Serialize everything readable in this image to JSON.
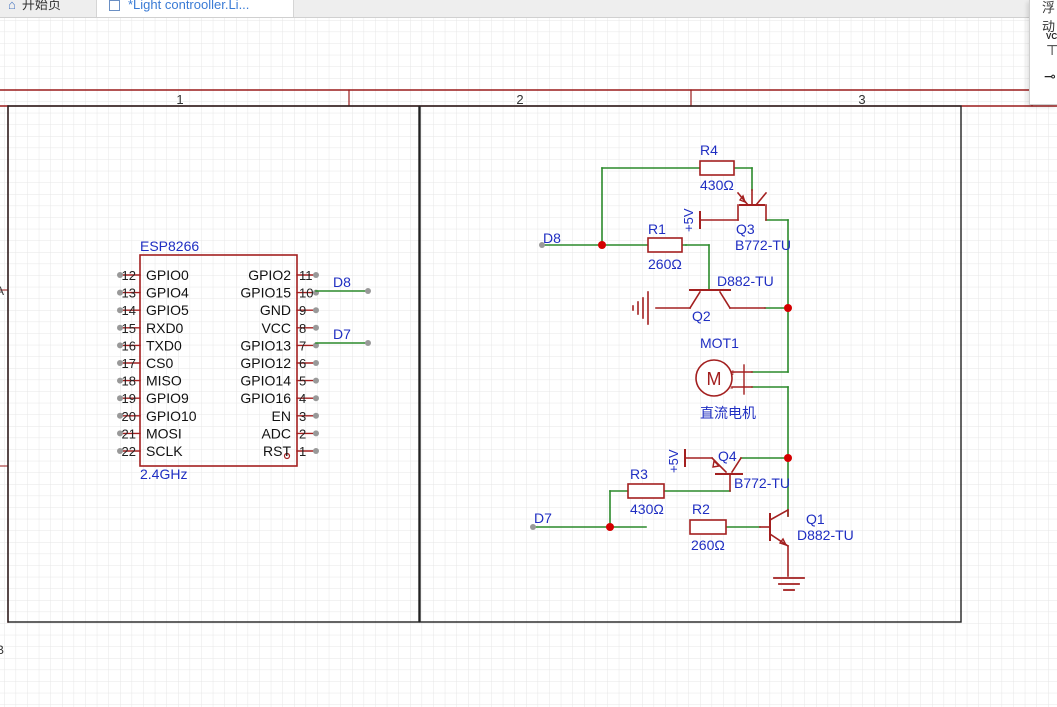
{
  "tabs": [
    {
      "label": "开始页",
      "icon": "home-icon"
    },
    {
      "label": "*Light controoller.Li...",
      "icon": "document-icon"
    }
  ],
  "side_panel": {
    "title": "浮动",
    "vcc_label": "VCC"
  },
  "frame": {
    "columns": [
      "1",
      "2",
      "3"
    ],
    "rows": [
      "A",
      "B"
    ]
  },
  "schematic": {
    "esp": {
      "name": "ESP8266",
      "value": "2.4GHz",
      "left_pins": [
        {
          "num": "12",
          "name": "GPIO0"
        },
        {
          "num": "13",
          "name": "GPIO4"
        },
        {
          "num": "14",
          "name": "GPIO5"
        },
        {
          "num": "15",
          "name": "RXD0"
        },
        {
          "num": "16",
          "name": "TXD0"
        },
        {
          "num": "17",
          "name": "CS0"
        },
        {
          "num": "18",
          "name": "MISO"
        },
        {
          "num": "19",
          "name": "GPIO9"
        },
        {
          "num": "20",
          "name": "GPIO10"
        },
        {
          "num": "21",
          "name": "MOSI"
        },
        {
          "num": "22",
          "name": "SCLK"
        }
      ],
      "right_pins": [
        {
          "num": "11",
          "name": "GPIO2"
        },
        {
          "num": "10",
          "name": "GPIO15"
        },
        {
          "num": "9",
          "name": "GND"
        },
        {
          "num": "8",
          "name": "VCC"
        },
        {
          "num": "7",
          "name": "GPIO13"
        },
        {
          "num": "6",
          "name": "GPIO12"
        },
        {
          "num": "5",
          "name": "GPIO14"
        },
        {
          "num": "4",
          "name": "GPIO16"
        },
        {
          "num": "3",
          "name": "EN"
        },
        {
          "num": "2",
          "name": "ADC"
        },
        {
          "num": "1",
          "name": "RST"
        }
      ]
    },
    "net_labels": {
      "d8": "D8",
      "d7": "D7"
    },
    "r4": {
      "ref": "R4",
      "value": "430Ω"
    },
    "r1": {
      "ref": "R1",
      "value": "260Ω"
    },
    "r3": {
      "ref": "R3",
      "value": "430Ω"
    },
    "r2": {
      "ref": "R2",
      "value": "260Ω"
    },
    "q3": {
      "ref": "Q3",
      "value": "B772-TU"
    },
    "q2": {
      "ref": "Q2",
      "value": "D882-TU"
    },
    "q4": {
      "ref": "Q4",
      "value": "B772-TU"
    },
    "q1": {
      "ref": "Q1",
      "value": "D882-TU"
    },
    "mot1": {
      "ref": "MOT1",
      "value": "直流电机",
      "symbol": "M",
      "plus": "+",
      "minus": "-"
    },
    "vcc_label": "+5V"
  },
  "colors": {
    "frame": "#9a1a1a",
    "symbol": "#a32020",
    "wire": "#2b8a2b",
    "label": "#1f2ec2",
    "junction": "#d40000",
    "grid": "#e8e8e8"
  }
}
